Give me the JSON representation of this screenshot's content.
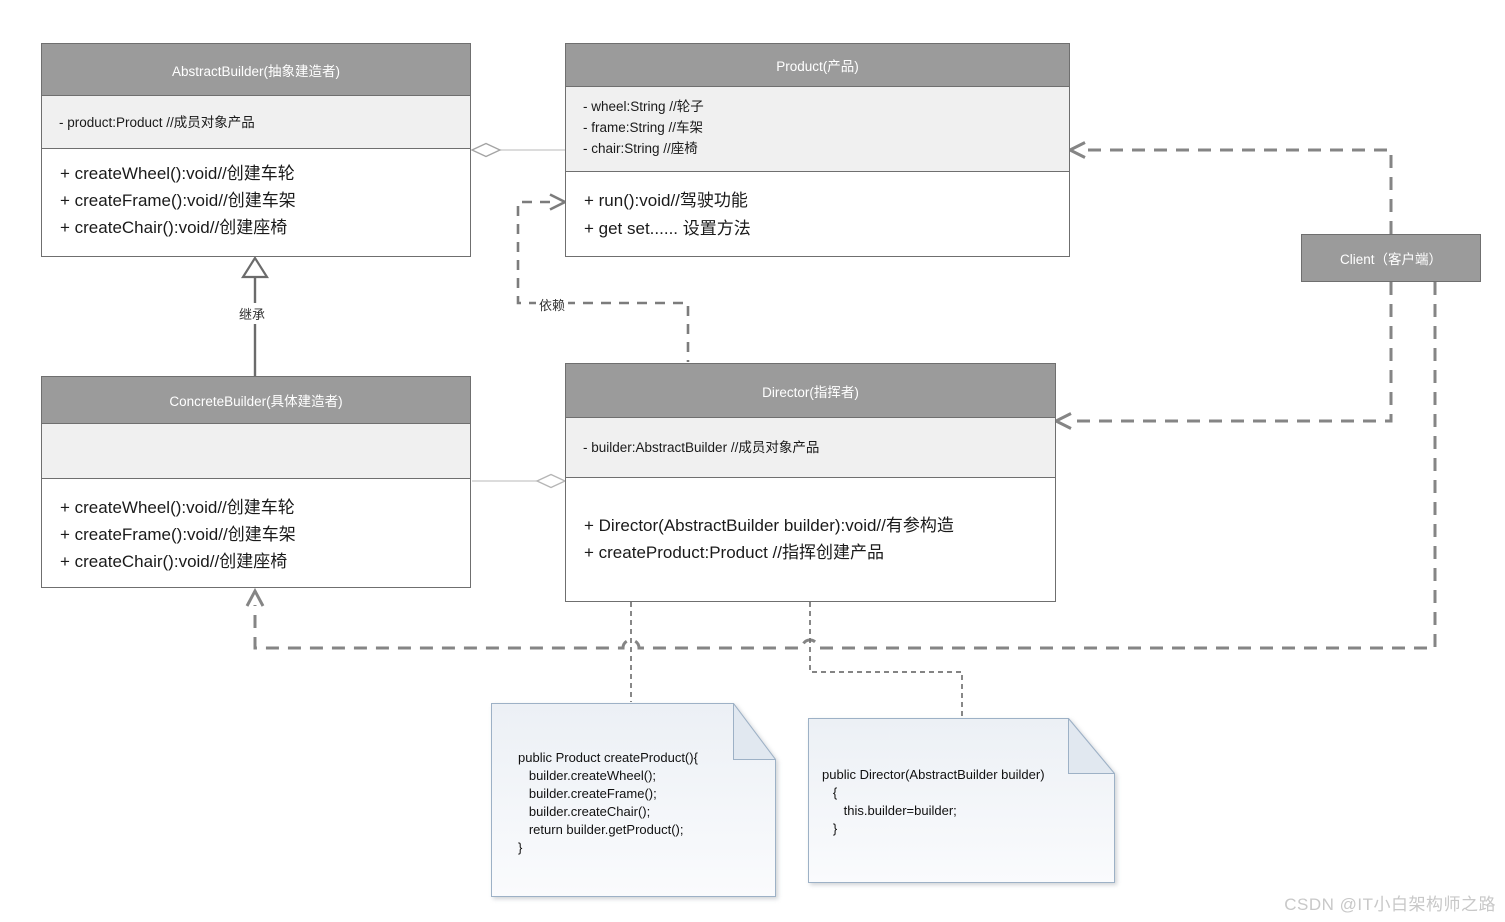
{
  "classes": {
    "abstract_builder": {
      "title": "AbstractBuilder(抽象建造者)",
      "attributes": [
        "- product:Product //成员对象产品"
      ],
      "methods": [
        "+ createWheel():void//创建车轮",
        "+ createFrame():void//创建车架",
        "+ createChair():void//创建座椅"
      ]
    },
    "product": {
      "title": "Product(产品)",
      "attributes": [
        "- wheel:String //轮子",
        "- frame:String //车架",
        "- chair:String //座椅"
      ],
      "methods": [
        "+ run():void//驾驶功能",
        "+ get set...... 设置方法"
      ]
    },
    "concrete_builder": {
      "title": "ConcreteBuilder(具体建造者)",
      "attributes": [],
      "methods": [
        "+ createWheel():void//创建车轮",
        "+ createFrame():void//创建车架",
        "+ createChair():void//创建座椅"
      ]
    },
    "director": {
      "title": "Director(指挥者)",
      "attributes": [
        "- builder:AbstractBuilder //成员对象产品"
      ],
      "methods": [
        "+ Director(AbstractBuilder builder):void//有参构造",
        "+ createProduct:Product //指挥创建产品"
      ]
    },
    "client": {
      "title": "Client（客户端）"
    }
  },
  "edge_labels": {
    "inheritance": "继承",
    "dependency": "依赖"
  },
  "notes": {
    "create_product": {
      "lines": [
        "public Product createProduct(){",
        "   builder.createWheel();",
        "   builder.createFrame();",
        "   builder.createChair();",
        "   return builder.getProduct();",
        "}"
      ]
    },
    "director_constructor": {
      "lines": [
        "public Director(AbstractBuilder builder)",
        "   {",
        "      this.builder=builder;",
        "   }"
      ]
    }
  },
  "watermark": {
    "text": "CSDN @IT小白架构师之路"
  },
  "colors": {
    "header_bg": "#9b9b9b",
    "header_text": "#ffffff",
    "attr_bg": "#f0f0f0",
    "body_bg": "#ffffff",
    "box_border": "#6f6f6f",
    "line": "#6e6e6e",
    "note_border": "#9db1c6",
    "watermark": "#c8c8c8"
  }
}
